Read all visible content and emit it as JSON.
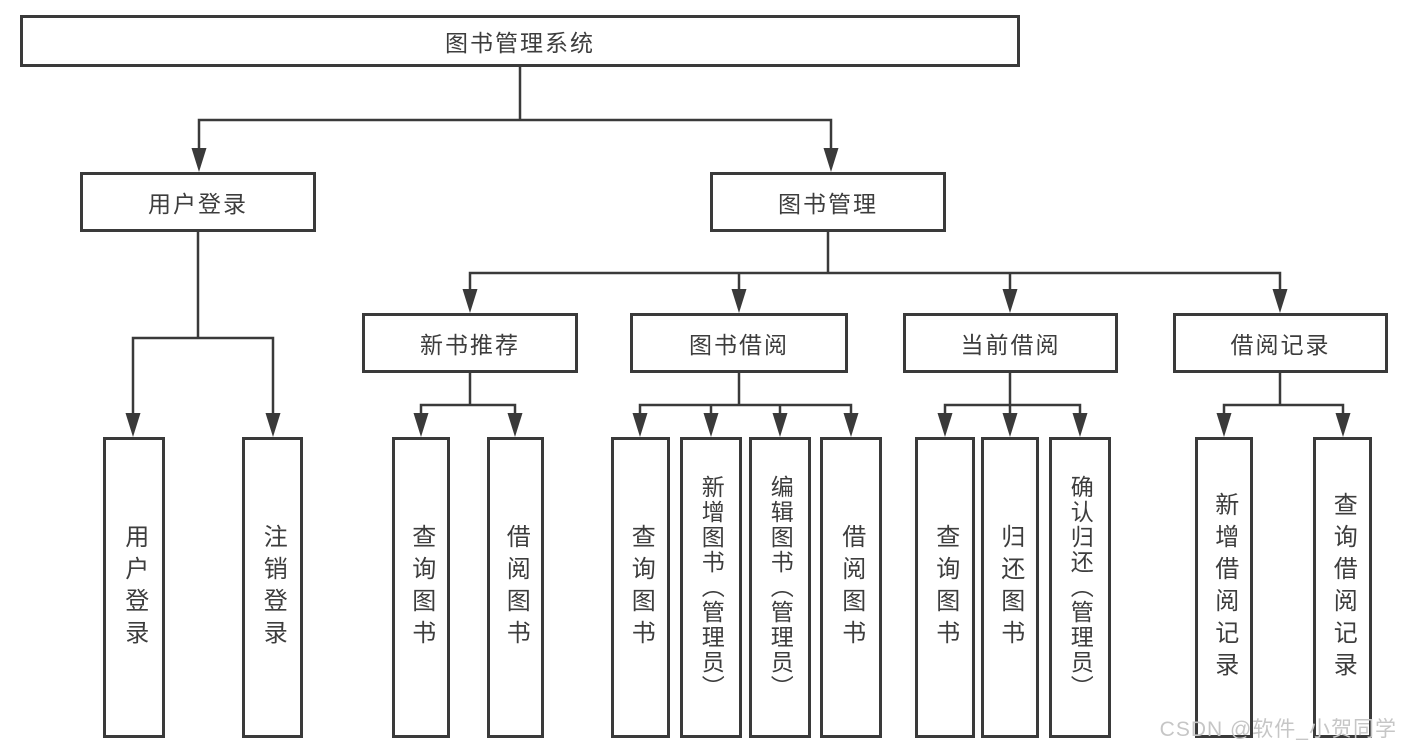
{
  "diagram": {
    "watermark": "CSDN @软件_小贺同学",
    "colors": {
      "line": "#3a3a3a",
      "text": "#3d3d3d",
      "watermark": "#c6c6c6",
      "background": "#ffffff"
    }
  },
  "nodes": {
    "root": {
      "label": "图书管理系统"
    },
    "user_login": {
      "label": "用户登录"
    },
    "book_mgmt": {
      "label": "图书管理"
    },
    "new_books": {
      "label": "新书推荐"
    },
    "book_borrow": {
      "label": "图书借阅"
    },
    "current_borrow": {
      "label": "当前借阅"
    },
    "borrow_records": {
      "label": "借阅记录"
    },
    "leaf_user_login": {
      "label": "用户登录"
    },
    "leaf_logout": {
      "label": "注销登录"
    },
    "leaf_nb_query": {
      "label": "查询图书"
    },
    "leaf_nb_borrow": {
      "label": "借阅图书"
    },
    "leaf_bb_query": {
      "label": "查询图书"
    },
    "leaf_bb_add": {
      "label": "新增图书（管理员）"
    },
    "leaf_bb_edit": {
      "label": "编辑图书（管理员）"
    },
    "leaf_bb_borrow": {
      "label": "借阅图书"
    },
    "leaf_cb_query": {
      "label": "查询图书"
    },
    "leaf_cb_return": {
      "label": "归还图书"
    },
    "leaf_cb_confirm": {
      "label": "确认归还（管理员）"
    },
    "leaf_br_add": {
      "label": "新增借阅记录"
    },
    "leaf_br_query": {
      "label": "查询借阅记录"
    }
  }
}
